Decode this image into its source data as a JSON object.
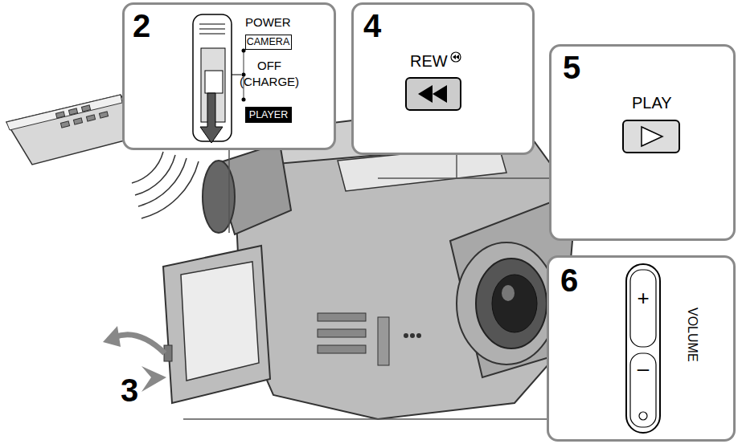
{
  "diagram": {
    "nodes": [
      {
        "text": [
          "2",
          "POWER",
          "OFF (CHARGE)"
        ]
      },
      {
        "text": [
          "CAMERA"
        ],
        "in": 0
      },
      {
        "text": [
          "PLAYER"
        ],
        "in": 0
      },
      {
        "text": [
          "4",
          "REW"
        ]
      },
      {
        "text": [
          "5",
          "PLAY"
        ]
      },
      {
        "text": [
          "6",
          "VOLUME"
        ]
      },
      {
        "text": [
          "+",
          "–"
        ],
        "in": 5
      }
    ],
    "labels": [
      "3"
    ]
  }
}
